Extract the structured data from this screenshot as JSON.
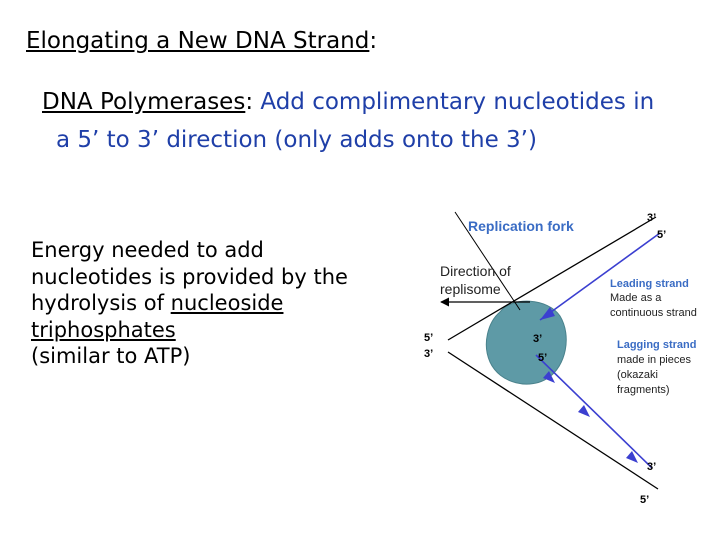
{
  "slide": {
    "title_part1": "Elongating  a New DNA Strand",
    "title_colon": ":",
    "poly_label": "DNA Polymerases",
    "poly_colon": ":",
    "poly_desc_line1": " Add complimentary nucleotides in",
    "poly_desc_line2": "a 5’ to 3’ direction (only adds onto the 3’)",
    "energy_line1": "Energy needed to add",
    "energy_line2": "nucleotides is provided by the",
    "energy_line3_prefix": "hydrolysis of ",
    "energy_line3_link": "nucleoside",
    "energy_line4": "triphosphates",
    "energy_line5": "(similar to ATP)"
  },
  "diagram": {
    "fork_label": "Replication fork",
    "direction_line1": "Direction of",
    "direction_line2": "replisome",
    "leading_title": "Leading strand",
    "leading_line1": "Made as a",
    "leading_line2": "continuous strand",
    "lagging_title": "Lagging strand",
    "lagging_line1": "made in pieces",
    "lagging_line2": "(okazaki",
    "lagging_line3": "fragments)",
    "end_top_3": "3’",
    "end_top_5": "5’",
    "end_left_5": "5’",
    "end_left_3": "3’",
    "end_mid_3": "3’",
    "end_mid_5": "5’",
    "end_bottom_3": "3’",
    "end_bottom_5": "5’",
    "colors": {
      "label_blue": "#3a6cc4",
      "strand_blue": "#3b3fd0",
      "replisome_teal": "#5e9aa6"
    }
  }
}
